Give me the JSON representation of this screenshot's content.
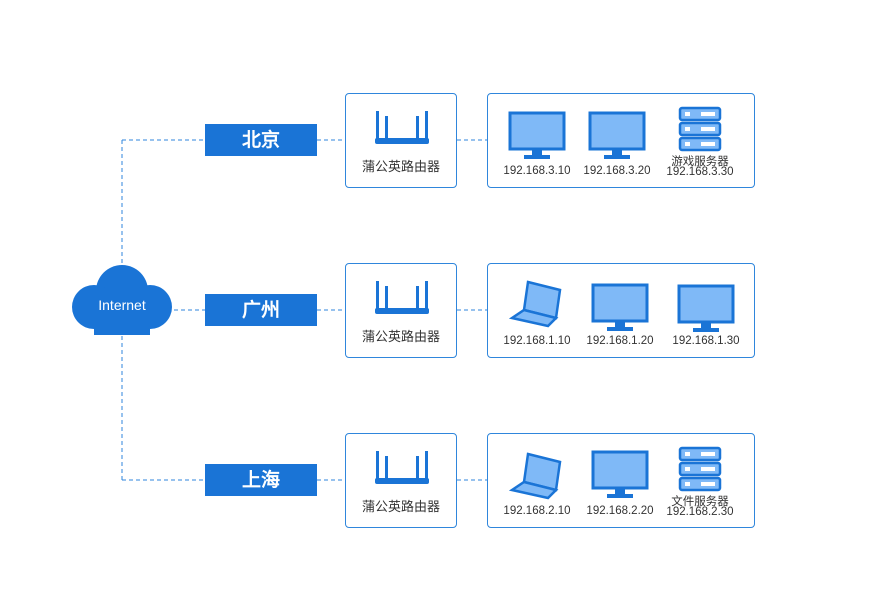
{
  "cloud": {
    "label": "Internet",
    "icon": "cloud-icon",
    "color": "#1a74d6"
  },
  "colors": {
    "accent": "#1a74d6",
    "border": "#2f86dc",
    "device_fill": "#7fb9f7",
    "device_dark": "#1a74d6"
  },
  "sites": [
    {
      "city": "北京",
      "router": {
        "label": "蒲公英路由器",
        "icon": "router-icon"
      },
      "devices": [
        {
          "type": "monitor",
          "icon": "monitor-icon",
          "name": "",
          "ip": "192.168.3.10"
        },
        {
          "type": "monitor",
          "icon": "monitor-icon",
          "name": "",
          "ip": "192.168.3.20"
        },
        {
          "type": "server",
          "icon": "server-icon",
          "name": "游戏服务器",
          "ip": "192.168.3.30"
        }
      ]
    },
    {
      "city": "广州",
      "router": {
        "label": "蒲公英路由器",
        "icon": "router-icon"
      },
      "devices": [
        {
          "type": "laptop",
          "icon": "laptop-icon",
          "name": "",
          "ip": "192.168.1.10"
        },
        {
          "type": "monitor",
          "icon": "monitor-icon",
          "name": "",
          "ip": "192.168.1.20"
        },
        {
          "type": "monitor",
          "icon": "monitor-icon",
          "name": "",
          "ip": "192.168.1.30"
        }
      ]
    },
    {
      "city": "上海",
      "router": {
        "label": "蒲公英路由器",
        "icon": "router-icon"
      },
      "devices": [
        {
          "type": "laptop",
          "icon": "laptop-icon",
          "name": "",
          "ip": "192.168.2.10"
        },
        {
          "type": "monitor",
          "icon": "monitor-icon",
          "name": "",
          "ip": "192.168.2.20"
        },
        {
          "type": "server",
          "icon": "server-icon",
          "name": "文件服务器",
          "ip": "192.168.2.30"
        }
      ]
    }
  ]
}
